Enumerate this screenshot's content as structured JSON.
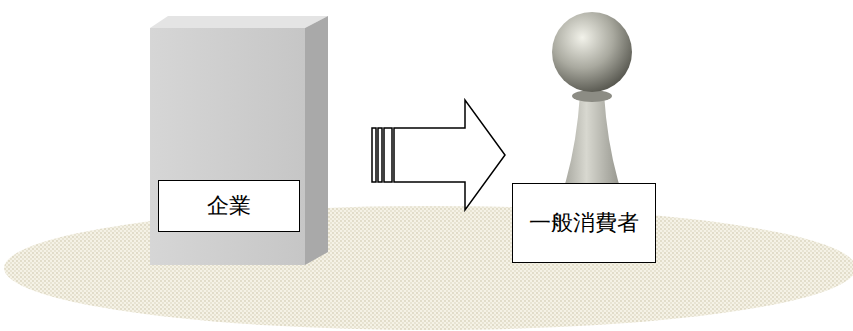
{
  "diagram": {
    "nodes": [
      {
        "text": [
          "企業"
        ]
      },
      {
        "text": [
          "一般消費者"
        ]
      }
    ],
    "edges": [
      {
        "from": 0,
        "to": 1,
        "arrow": "to"
      }
    ]
  }
}
